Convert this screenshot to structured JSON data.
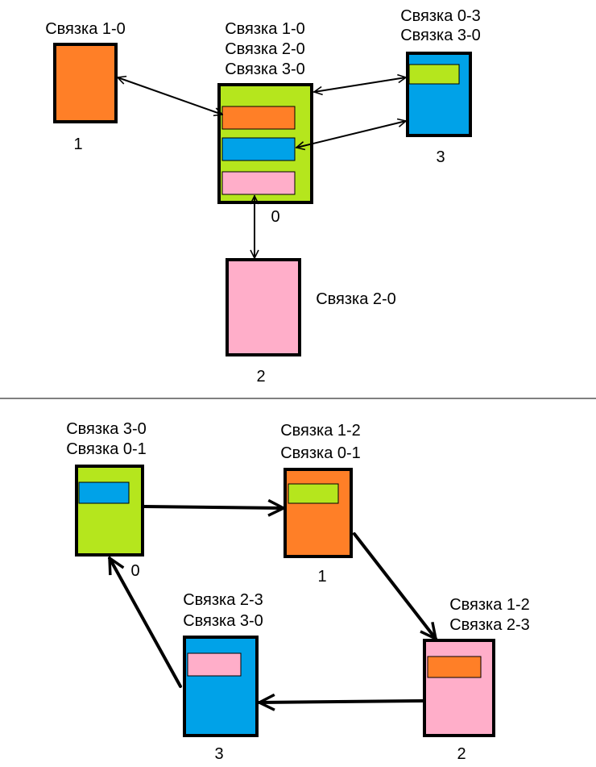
{
  "colors": {
    "orange": "#FF7F27",
    "green": "#B5E61D",
    "blue": "#00A2E8",
    "pink": "#FFAEC9"
  },
  "top": {
    "node1": {
      "number": "1",
      "label": "Связка 1-0"
    },
    "node0": {
      "number": "0",
      "labels": [
        "Связка 1-0",
        "Связка 2-0",
        "Связка 3-0"
      ]
    },
    "node3": {
      "number": "3",
      "labels": [
        "Связка 0-3",
        "Связка 3-0"
      ]
    },
    "node2": {
      "number": "2",
      "label": "Связка 2-0"
    }
  },
  "bottom": {
    "node0": {
      "number": "0",
      "labels": [
        "Связка 3-0",
        "Связка 0-1"
      ]
    },
    "node1": {
      "number": "1",
      "labels": [
        "Связка 1-2",
        "Связка 0-1"
      ]
    },
    "node2": {
      "number": "2",
      "labels": [
        "Связка 1-2",
        "Связка 2-3"
      ]
    },
    "node3": {
      "number": "3",
      "labels": [
        "Связка 2-3",
        "Связка 3-0"
      ]
    }
  }
}
